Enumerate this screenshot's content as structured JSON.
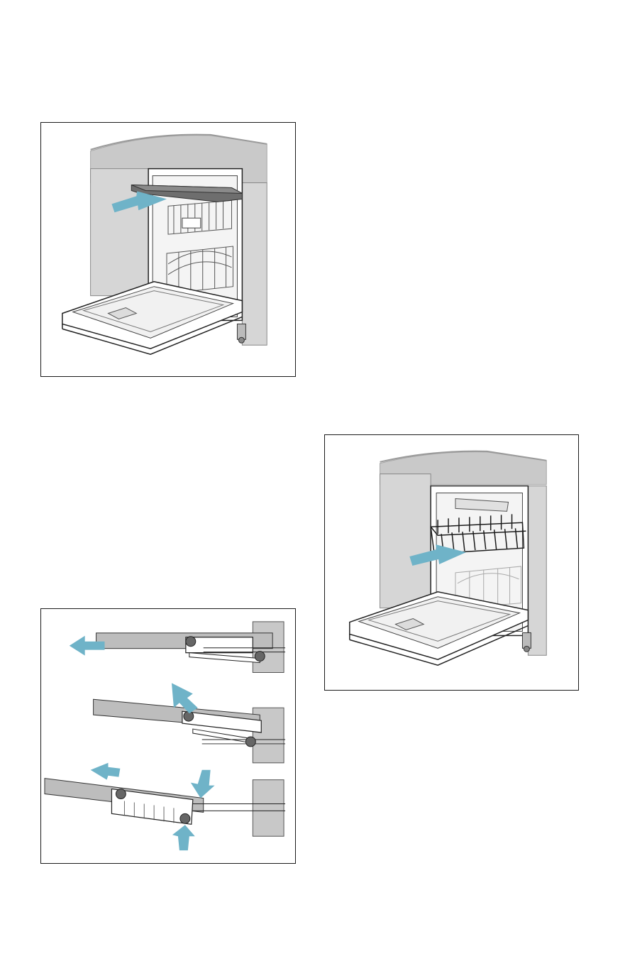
{
  "page": {
    "background": "#ffffff"
  },
  "colors": {
    "arrow": "#6fb3c8",
    "arrow_dark": "#4f98b0",
    "countertop": "#c9c9c9",
    "countertop_edge": "#a5a5a5",
    "cabinet": "#d6d6d6",
    "tub": "#f1f1f1",
    "line": "#222222",
    "dark_panel": "#6e6e6e",
    "rail": "#bdbdbd"
  },
  "figures": [
    {
      "id": "fig1",
      "icons": [
        "dishwasher-open-icon",
        "cutlery-tray-icon",
        "pull-arrow-icon"
      ]
    },
    {
      "id": "fig2",
      "icons": [
        "rail-icon",
        "roller-icon",
        "pull-arrow-icon",
        "lift-arrow-icon",
        "press-arrow-icon"
      ]
    },
    {
      "id": "fig3",
      "icons": [
        "dishwasher-open-icon",
        "upper-rack-icon",
        "pull-arrow-icon"
      ]
    }
  ]
}
